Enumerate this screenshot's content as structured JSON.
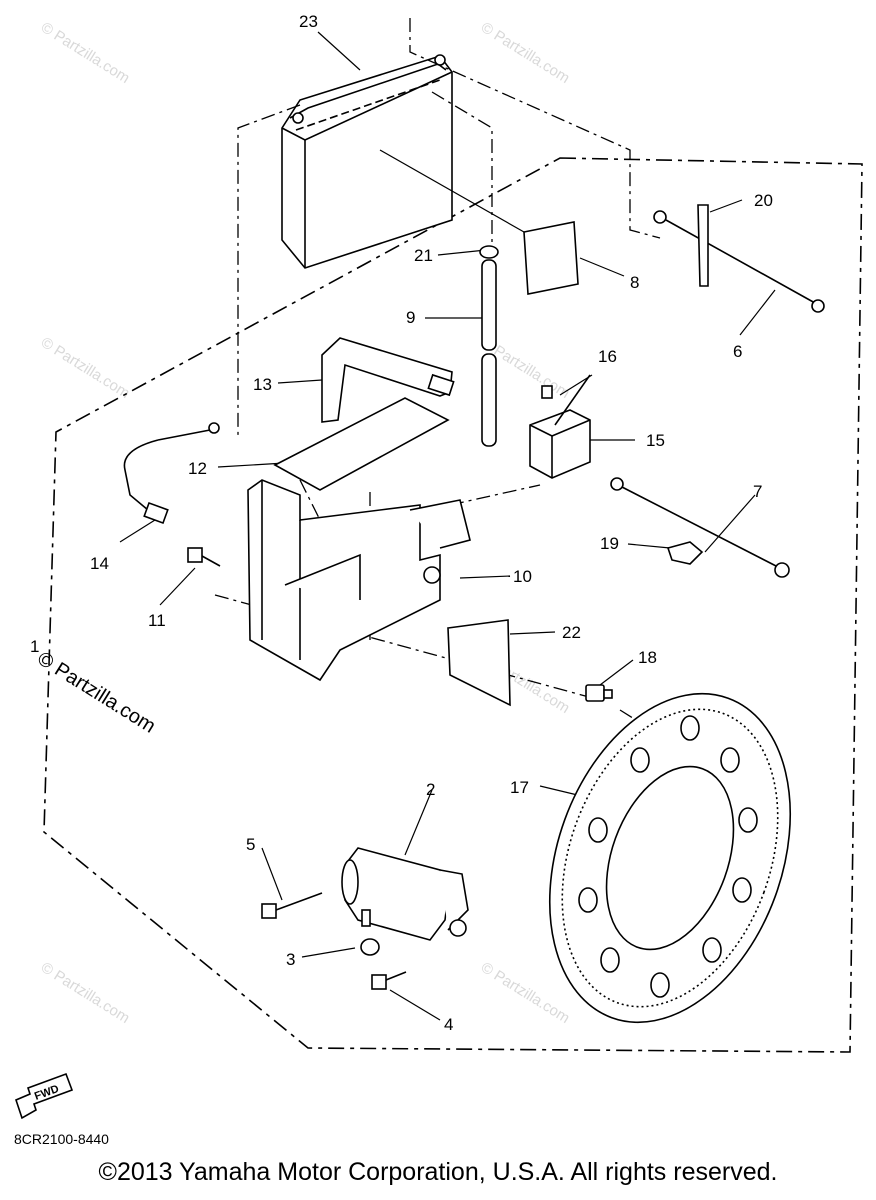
{
  "watermark": "© Partzilla.com",
  "callouts": {
    "c1": "1",
    "c2": "2",
    "c3": "3",
    "c4": "4",
    "c5": "5",
    "c6": "6",
    "c7": "7",
    "c8": "8",
    "c9": "9",
    "c10": "10",
    "c11": "11",
    "c12": "12",
    "c13": "13",
    "c14": "14",
    "c15": "15",
    "c16": "16",
    "c17": "17",
    "c18": "18",
    "c19": "19",
    "c20": "20",
    "c21": "21",
    "c22": "22",
    "c23": "23"
  },
  "fwd_label": "FWD",
  "part_code": "8CR2100-8440",
  "copyright": "©2013  Yamaha Motor Corporation, U.S.A. All rights reserved."
}
